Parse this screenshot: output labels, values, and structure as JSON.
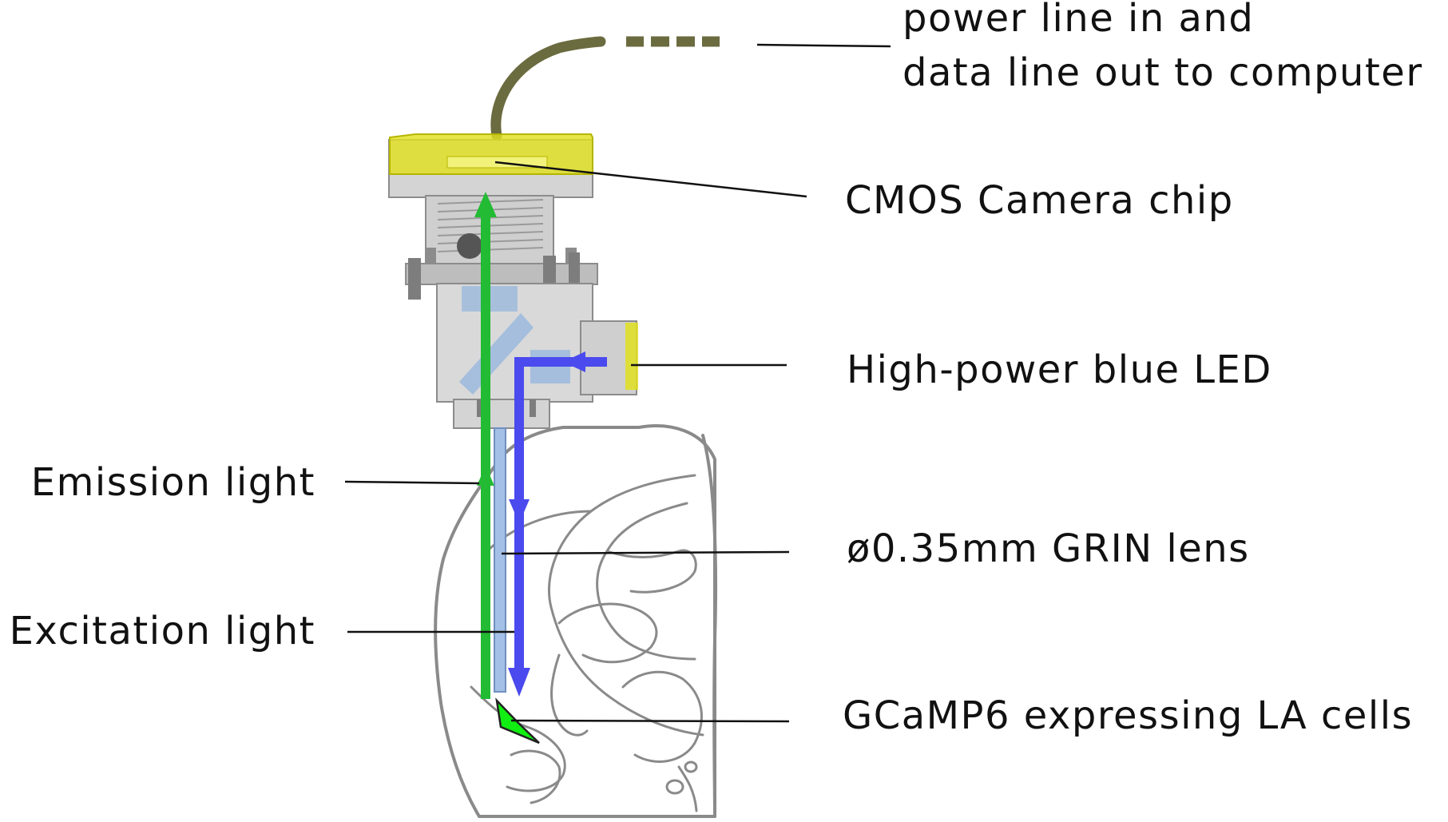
{
  "diagram": {
    "labels": {
      "power_line": [
        "power line in and",
        "data line out to computer"
      ],
      "camera_chip": "CMOS Camera chip",
      "blue_led": "High-power blue LED",
      "emission": "Emission light",
      "grin_lens": "ø0.35mm GRIN lens",
      "excitation": "Excitation light",
      "gcamp": "GCaMP6 expressing LA cells"
    },
    "colors": {
      "emission_light": "#22bb33",
      "excitation_light": "#4a4aee",
      "camera_sensor": "#e0e020",
      "cable": "#6b6b40",
      "gcamp_cells": "#11ee11",
      "brain_outline": "#8a8a8a"
    }
  }
}
